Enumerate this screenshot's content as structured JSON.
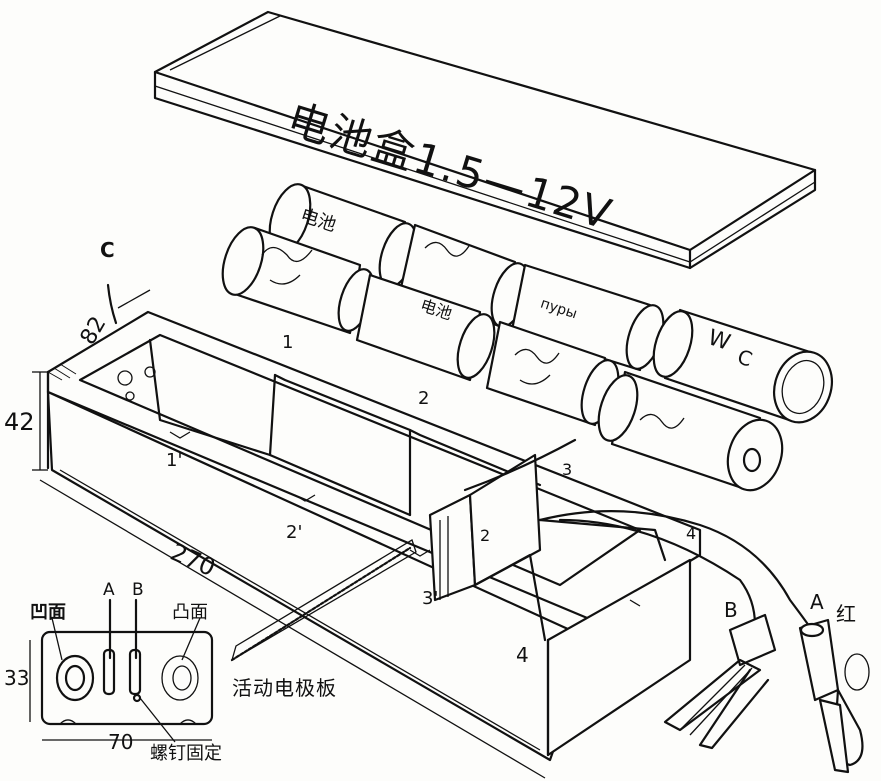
{
  "lid": {
    "title": "电池盒1.5—12V"
  },
  "battery_marks": {
    "top_left": "电池",
    "mid_left": "电池",
    "top_mid": "пуры",
    "top_right": "W",
    "top_right_sub": "C"
  },
  "dimensions": {
    "width_top": "82",
    "height": "42",
    "length": "270",
    "plate_height": "33",
    "plate_width": "70"
  },
  "part_labels": {
    "wire_c": "C",
    "compartment_1": "1",
    "compartment_2": "2",
    "compartment_1p": "1'",
    "compartment_2p": "2'",
    "compartment_3": "3",
    "compartment_3p": "3'",
    "compartment_4_top": "4",
    "compartment_4": "4",
    "plate_2": "2"
  },
  "inset": {
    "concave": "凹面",
    "convex": "凸面",
    "terminal_a": "A",
    "terminal_b": "B",
    "screw_note": "螺钉固定"
  },
  "movable_plate": "活动电极板",
  "clips": {
    "clip_a": "A",
    "clip_b": "B",
    "red": "红"
  },
  "colors": {
    "ink": "#111111",
    "paper": "#fdfdfb"
  }
}
